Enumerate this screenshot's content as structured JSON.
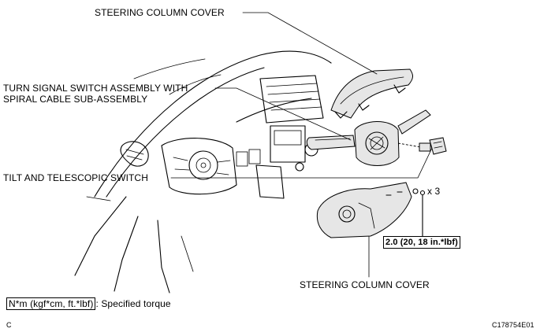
{
  "callouts": {
    "column_cover_upper": "STEERING COLUMN COVER",
    "turn_signal_line1": "TURN SIGNAL SWITCH ASSEMBLY WITH",
    "turn_signal_line2": "SPIRAL CABLE SUB-ASSEMBLY",
    "tilt_switch": "TILT AND TELESCOPIC SWITCH",
    "column_cover_lower": "STEERING COLUMN COVER",
    "quantity": "x 3",
    "torque_value": "2.0 (20, 18 in.*lbf)"
  },
  "legend": {
    "unit_box": "N*m (kgf*cm, ft.*lbf)",
    "unit_desc": ": Specified torque"
  },
  "footer": {
    "section_code": "C",
    "figure_id": "C178754E01"
  }
}
